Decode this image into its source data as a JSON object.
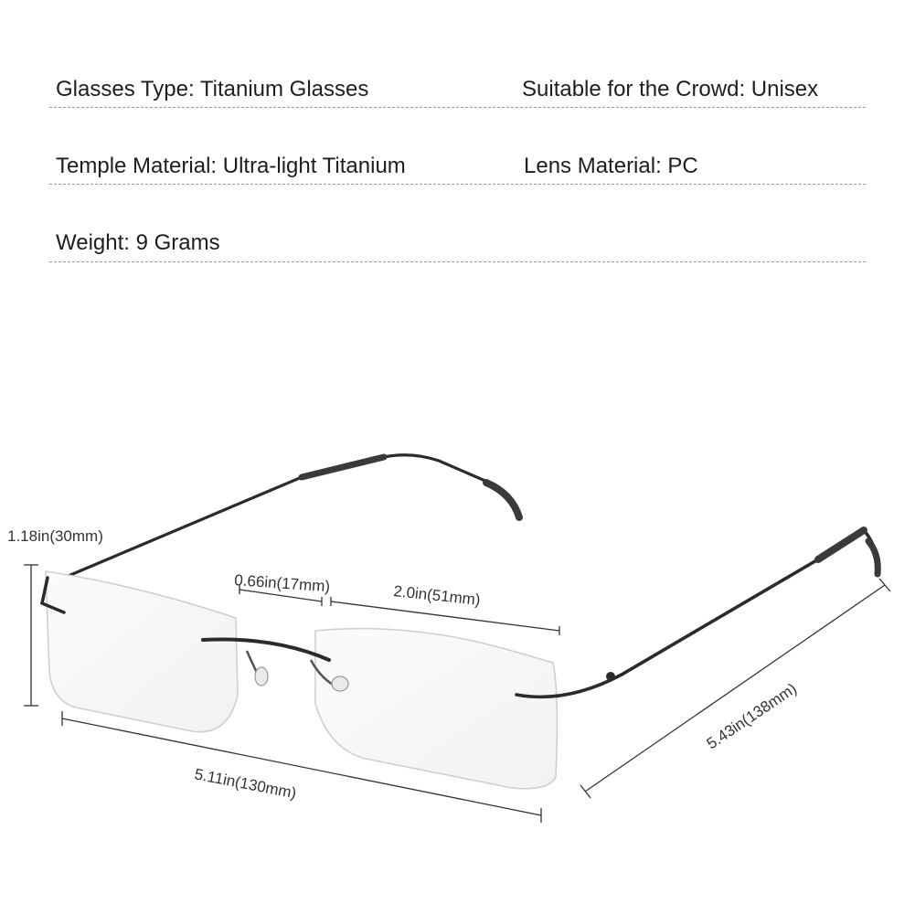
{
  "specs": {
    "glasses_type": "Glasses Type: Titanium Glasses",
    "crowd": "Suitable for the Crowd: Unisex",
    "temple_material": "Temple Material: Ultra-light Titanium",
    "lens_material": "Lens Material: PC",
    "weight": "Weight: 9 Grams"
  },
  "dimensions": {
    "lens_height": "1.18in(30mm)",
    "bridge_width": "0.66in(17mm)",
    "lens_width": "2.0in(51mm)",
    "frame_width": "5.11in(130mm)",
    "temple_length": "5.43in(138mm)"
  },
  "colors": {
    "frame": "#2b2b2b",
    "temple_tip": "#3a3a3a",
    "lens_edge": "#cfcfcf",
    "divider": "#9a9a9a"
  }
}
